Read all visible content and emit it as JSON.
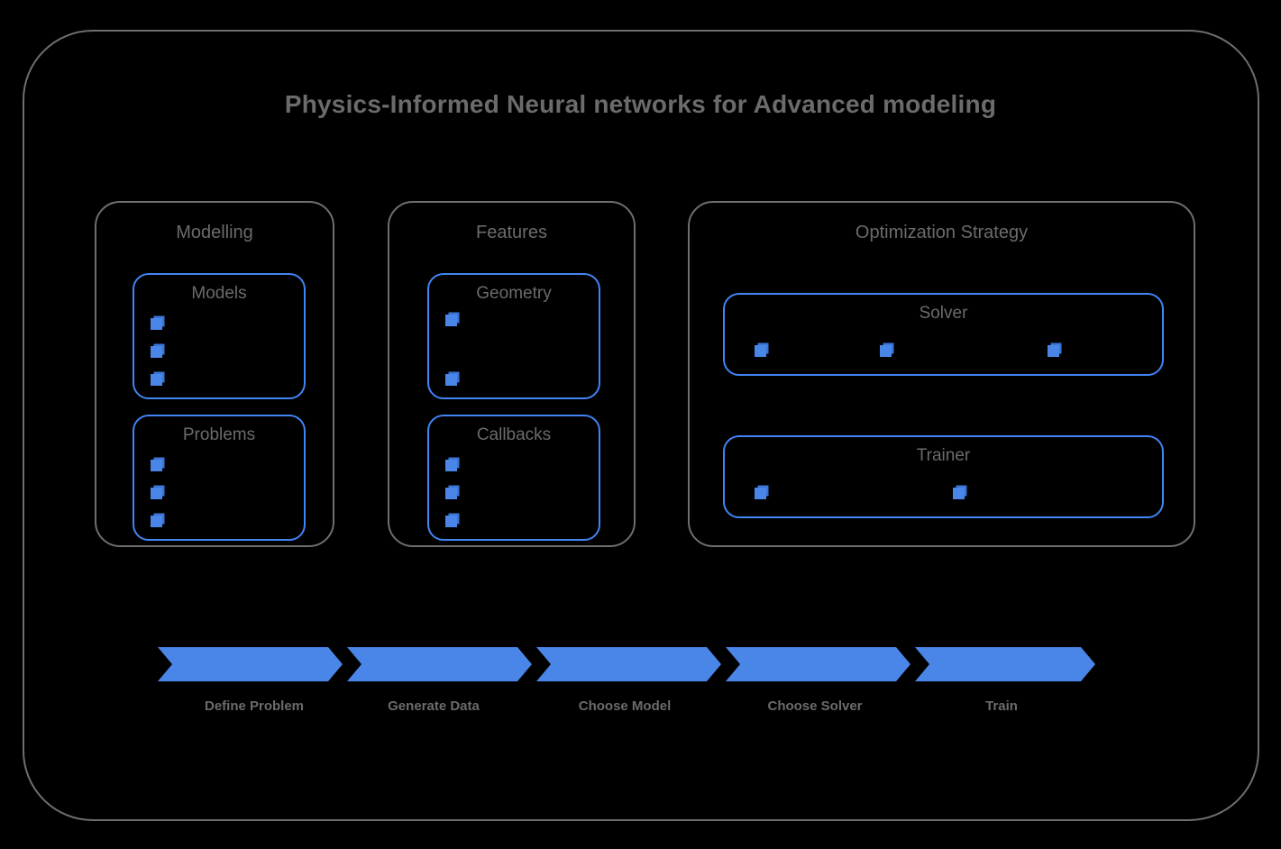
{
  "theme": {
    "background": "#000000",
    "frame_stroke": "#6e6e6e",
    "accent_blue": "#4285f4",
    "marker_blue": "#4a86e8",
    "text_gray": "#6b6b6b"
  },
  "header": {
    "title": "Physics-Informed Neural networks for Advanced modeling"
  },
  "groups": [
    {
      "name": "modelling",
      "title": "Modelling",
      "boxes": [
        {
          "name": "models",
          "title": "Models",
          "marker_count": 3,
          "marker_layout": "vertical"
        },
        {
          "name": "problems",
          "title": "Problems",
          "marker_count": 3,
          "marker_layout": "vertical"
        }
      ]
    },
    {
      "name": "features",
      "title": "Features",
      "boxes": [
        {
          "name": "geometry",
          "title": "Geometry",
          "marker_count": 2,
          "marker_layout": "vertical-spread"
        },
        {
          "name": "callbacks",
          "title": "Callbacks",
          "marker_count": 3,
          "marker_layout": "vertical"
        }
      ]
    },
    {
      "name": "optimization",
      "title": "Optimization Strategy",
      "boxes": [
        {
          "name": "solver",
          "title": "Solver",
          "marker_count": 3,
          "marker_layout": "horizontal"
        },
        {
          "name": "trainer",
          "title": "Trainer",
          "marker_count": 2,
          "marker_layout": "horizontal"
        }
      ]
    }
  ],
  "pipeline": {
    "steps": [
      {
        "label": "Define Problem"
      },
      {
        "label": "Generate Data"
      },
      {
        "label": "Choose Model"
      },
      {
        "label": "Choose Solver"
      },
      {
        "label": "Train"
      }
    ]
  }
}
